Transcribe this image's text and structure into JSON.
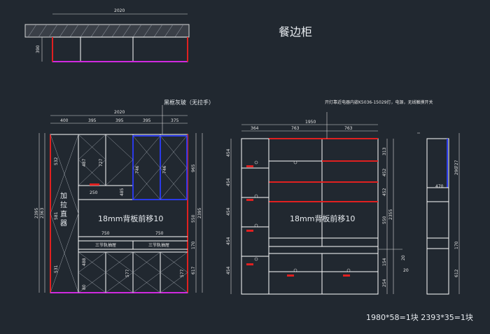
{
  "title": "餐边柜",
  "note_glass": "黑框灰玻（无拉手）",
  "note_light": "开灯靠近电器内嵌K5036-15029灯，电源，无线触摸开关",
  "label_vertical": [
    "加",
    "拉",
    "直",
    "器"
  ],
  "label_left_center": "18mm背板前移10",
  "label_mid_center": "18mm背板前移10",
  "drawer_label_left": "三节轨抽屉",
  "drawer_label_right": "三节轨抽屉",
  "footer": "1980*58=1块  2393*35=1块",
  "dims_top_plan": {
    "width": "2020",
    "height": "390"
  },
  "dims_left_top": [
    "400",
    "395",
    "395",
    "395",
    "375"
  ],
  "dims_left_total": "2020",
  "dims_left_mid": [
    "750",
    "750"
  ],
  "dims_left_side": [
    "2395",
    "2363"
  ],
  "dims_left_right": [
    "965",
    "550",
    "170",
    "617"
  ],
  "dims_left_inner": [
    "532",
    "581",
    "531",
    "487",
    "727",
    "746",
    "485",
    "250",
    "488",
    "577",
    "80"
  ],
  "dims_mid_top": [
    "364",
    "763",
    "763"
  ],
  "dims_mid_total": "1950",
  "dims_mid_right": [
    "313",
    "452",
    "452",
    "2355",
    "550",
    "154",
    "254"
  ],
  "dims_mid_left": [
    "454",
    "454",
    "454",
    "454",
    "454"
  ],
  "dims_side": [
    "727",
    "290",
    "470",
    "170",
    "612"
  ],
  "marker_red": "红色",
  "bottom_small": [
    "20",
    "20"
  ]
}
